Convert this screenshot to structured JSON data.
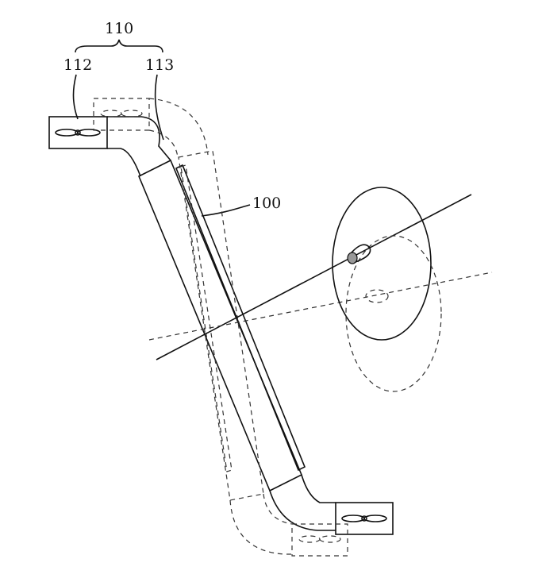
{
  "labels": {
    "group": "110",
    "left_fan": "112",
    "connector": "113",
    "main_body": "100"
  },
  "colors": {
    "line": "#111111",
    "dashed": "#333333",
    "lens_fill": "#999999"
  }
}
